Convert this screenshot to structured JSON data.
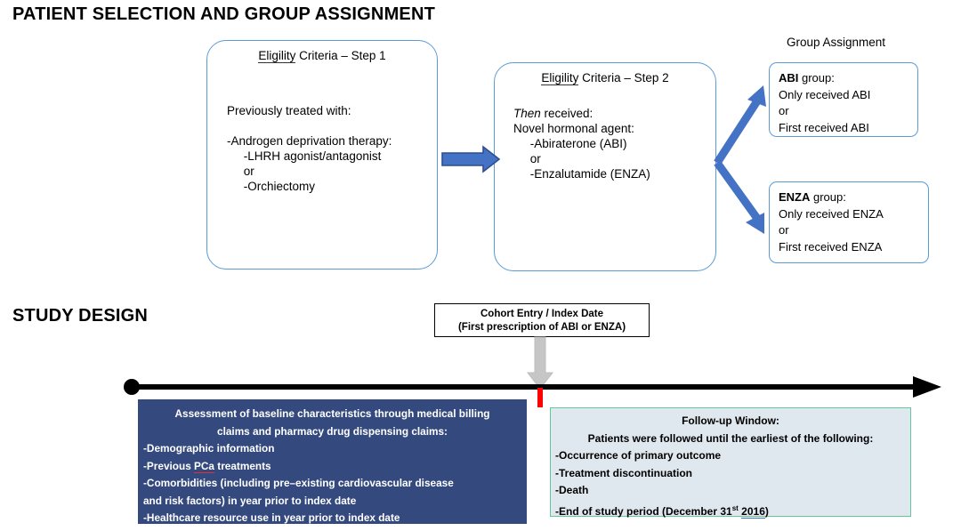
{
  "sections": {
    "patient_selection_title": "PATIENT SELECTION AND GROUP ASSIGNMENT",
    "study_design_title": "STUDY DESIGN"
  },
  "step1": {
    "heading_underlined": "Eligility",
    "heading_rest": " Criteria – Step 1",
    "body": "Previously treated with:\n\n-Androgen deprivation therapy:\n     -LHRH agonist/antagonist\n     or\n     -Orchiectomy"
  },
  "step2": {
    "heading_underlined": "Eligility",
    "heading_rest": " Criteria – Step 2",
    "body_italic": "Then",
    "body_after_italic": " received:",
    "body": "Novel hormonal agent:\n     -Abiraterone (ABI)\n     or\n     -Enzalutamide (ENZA)"
  },
  "group_assignment": {
    "label": "Group Assignment",
    "abi": {
      "bold": "ABI",
      "rest": " group:\nOnly received ABI\nor\nFirst received ABI"
    },
    "enza": {
      "bold": "ENZA",
      "rest": " group:\nOnly received ENZA\nor\nFirst received ENZA"
    }
  },
  "cohort_entry": {
    "line1": "Cohort Entry / Index Date",
    "line2": "(First prescription of ABI or ENZA)"
  },
  "baseline_box": {
    "title_line1": "Assessment of baseline characteristics through medical billing",
    "title_line2": "claims and pharmacy drug dispensing claims:",
    "item1": "-Demographic information",
    "item2_pre": "-Previous ",
    "item2_spell": "PCa",
    "item2_post": " treatments",
    "item3a": "-Comorbidities (including pre–existing cardiovascular disease",
    "item3b": "and risk factors) in year prior to index date",
    "item4": "-Healthcare resource use in year prior to index date"
  },
  "followup_box": {
    "title": "Follow-up Window:",
    "subtitle": "Patients were followed until the earliest of the following:",
    "item1": "-Occurrence of primary outcome",
    "item2": "-Treatment discontinuation",
    "item3": "-Death",
    "item4_pre": "-End of study period (December 31",
    "item4_sup": "st",
    "item4_mid": " ",
    "item4_spell": "2016",
    "item4_post": ")"
  },
  "colors": {
    "box_border_blue": "#5B9BD5",
    "arrow_blue": "#4472C4",
    "baseline_navy": "#344A7E",
    "followup_fill": "#DFE7EF",
    "followup_border": "#63C896",
    "index_tick_red": "#FF0000",
    "timeline_black": "#000000",
    "gray_arrow": "#C8C8C8"
  },
  "icons": {
    "right_arrow": "right-block-arrow",
    "branch_arrows": "branching-arrow-pair",
    "down_arrow": "down-block-arrow",
    "timeline_start": "timeline-start-dot",
    "timeline_end": "timeline-arrowhead"
  }
}
